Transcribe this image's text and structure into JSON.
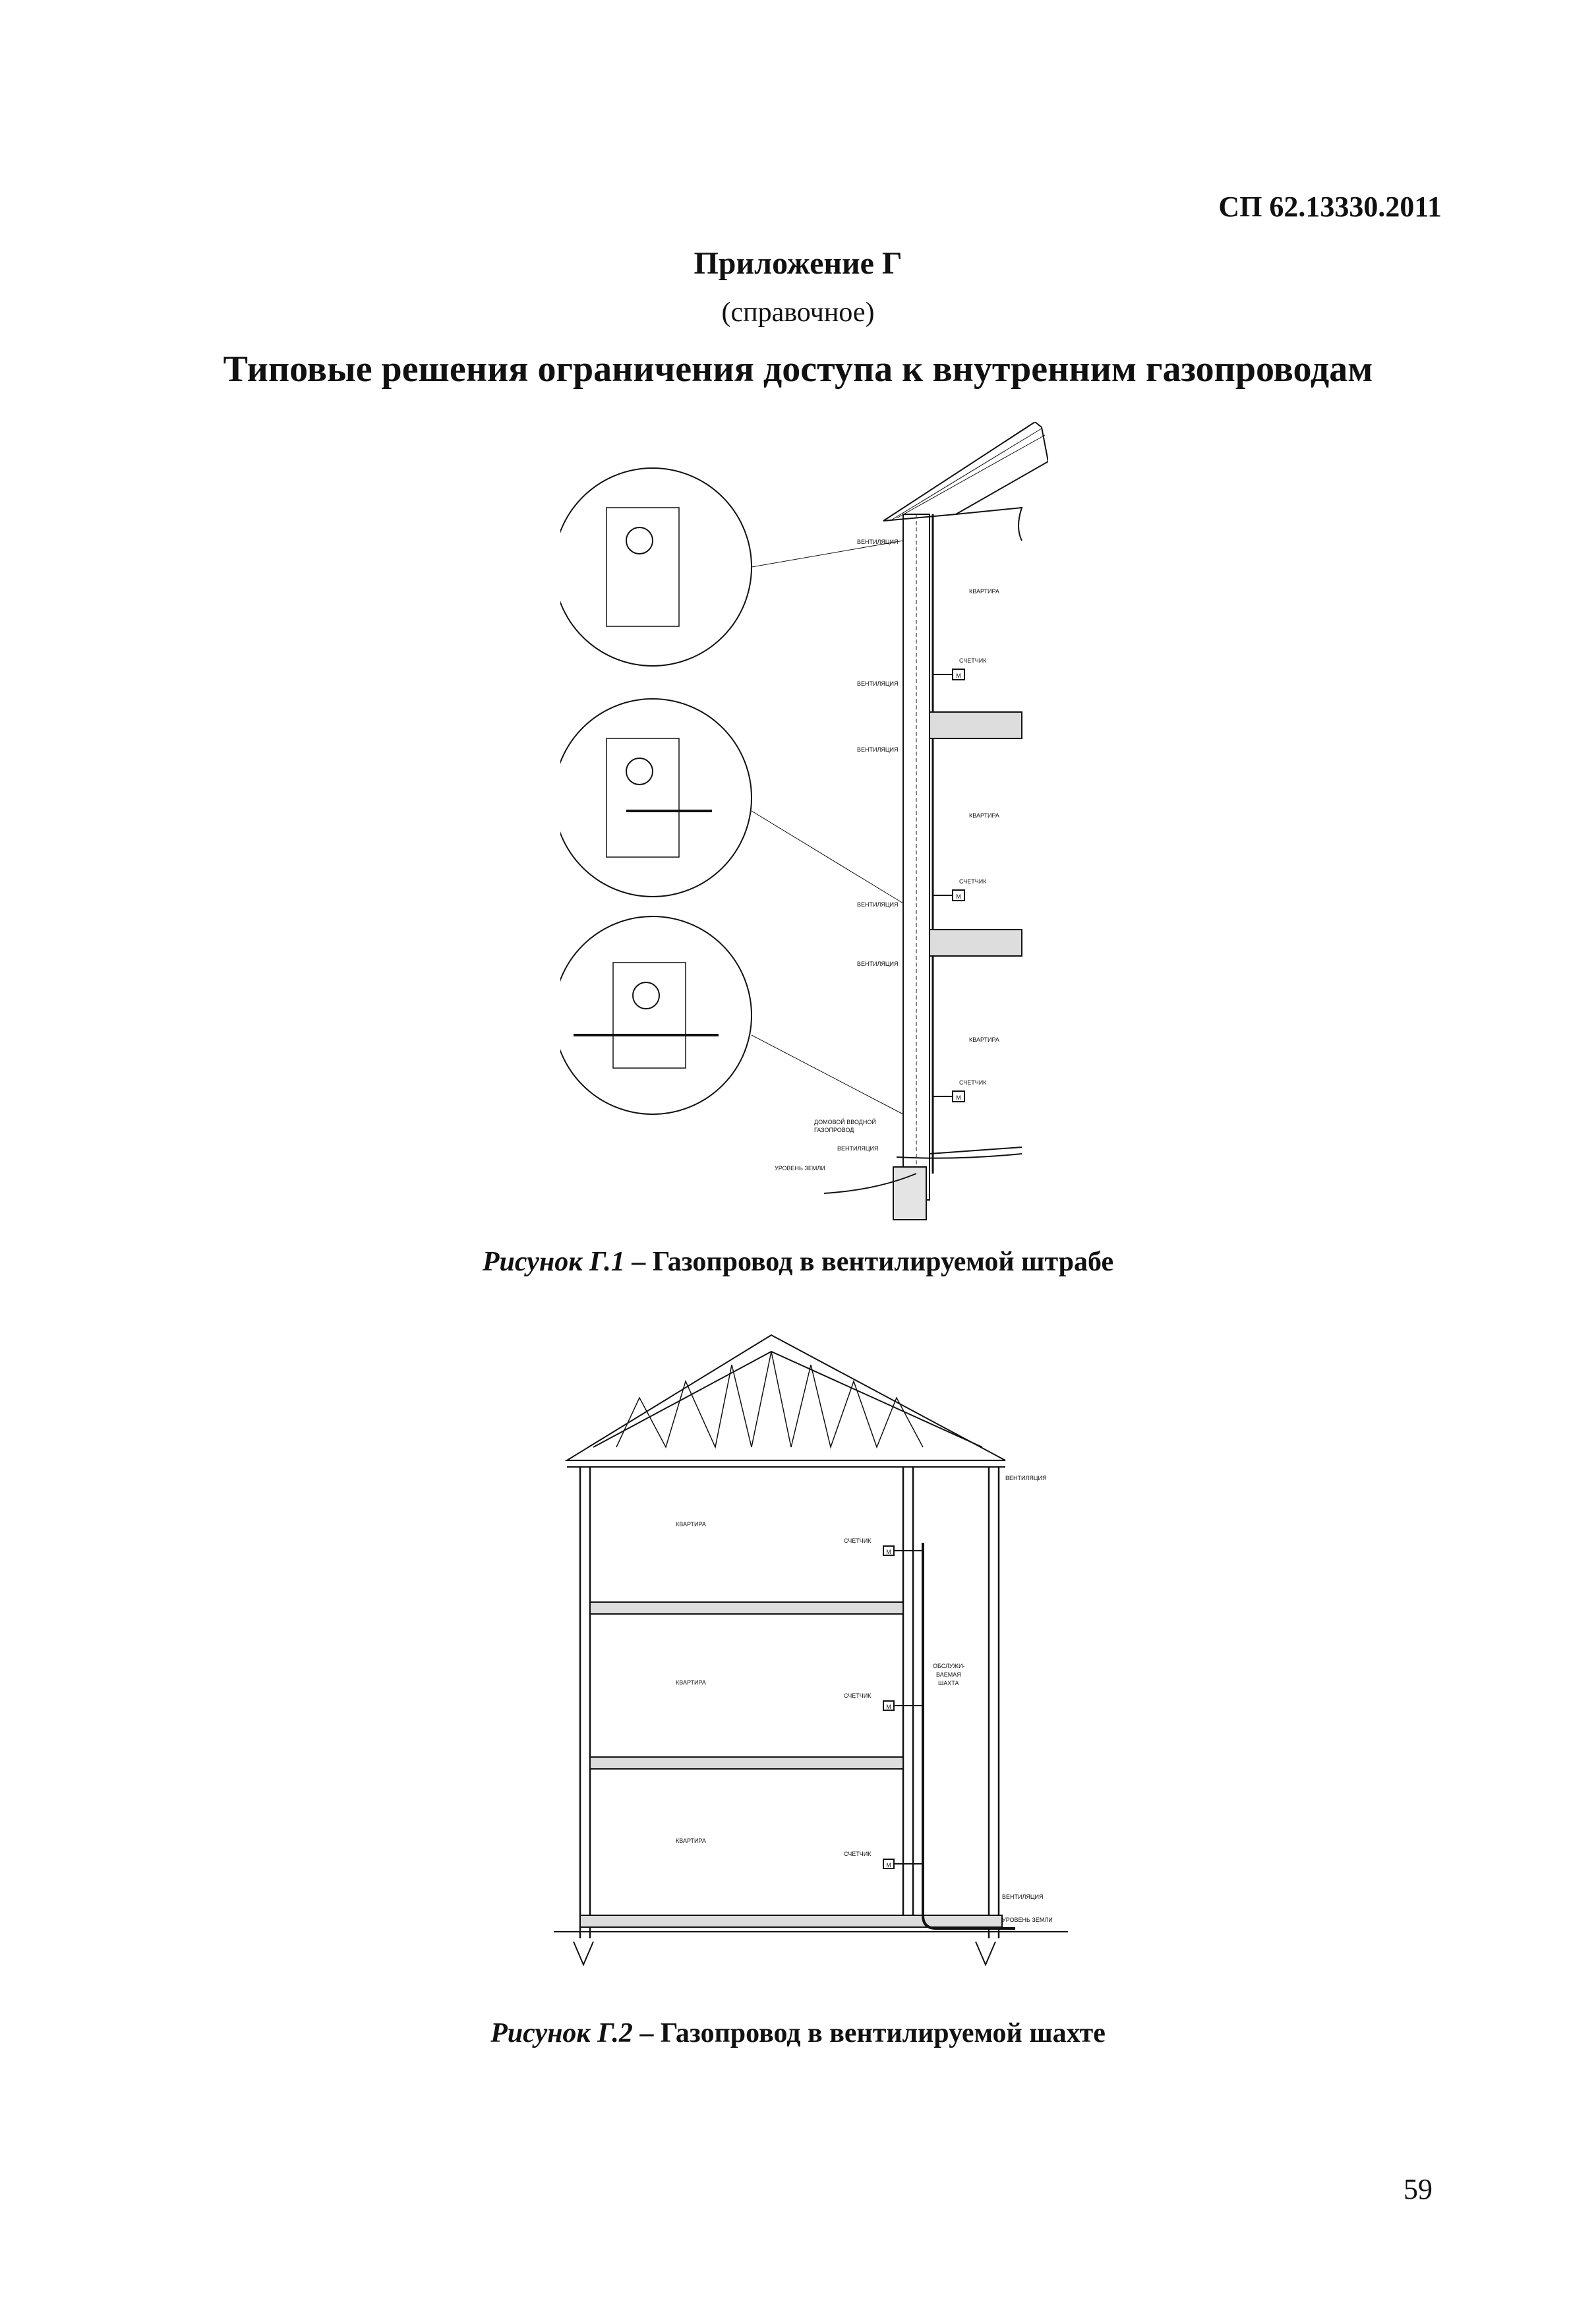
{
  "header": {
    "doc_code": "СП 62.13330.2011"
  },
  "appendix": {
    "title": "Приложение Г",
    "subtitle": "(справочное)"
  },
  "main_title": "Типовые решения ограничения доступа к внутренним газопроводам",
  "figure1": {
    "caption_prefix": "Рисунок Г.1",
    "caption_text": " – Газопровод в вентилируемой штрабе",
    "labels": {
      "ventilation": "ВЕНТИЛЯЦИЯ",
      "apartment": "КВАРТИРА",
      "meter": "СЧЕТЧИК",
      "meter_symbol": "М",
      "inlet_pipe_1": "ДОМОВОЙ ВВОДНОЙ",
      "inlet_pipe_2": "ГАЗОПРОВОД",
      "ground_level": "УРОВЕНЬ ЗЕМЛИ"
    }
  },
  "figure2": {
    "caption_prefix": "Рисунок  Г.2",
    "caption_text": " – Газопровод в вентилируемой шахте",
    "labels": {
      "ventilation": "ВЕНТИЛЯЦИЯ",
      "apartment": "КВАРТИРА",
      "meter": "СЧЕТЧИК",
      "meter_symbol": "М",
      "shaft_1": "ОБСЛУЖИ-",
      "shaft_2": "ВАЕМАЯ",
      "shaft_3": "ШАХТА",
      "ground_level": "УРОВЕНЬ ЗЕМЛИ"
    }
  },
  "page_number": "59"
}
